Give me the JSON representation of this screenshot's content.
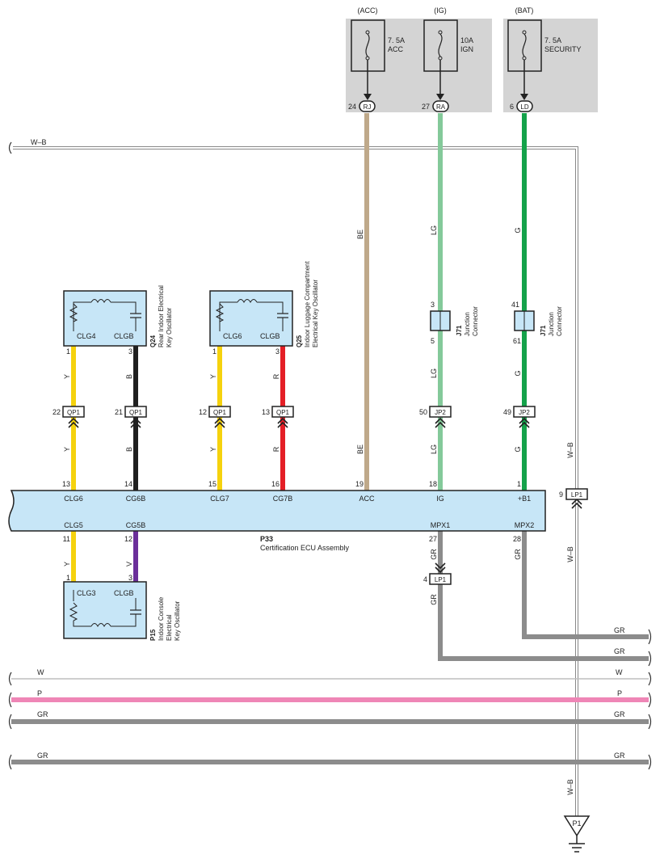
{
  "colors": {
    "fuse_box_bg": "#d4d4d4",
    "component_bg": "#c7e6f7",
    "wire_BE": "#bfa98a",
    "wire_LG": "#84c99a",
    "wire_G": "#14a24a",
    "wire_Y": "#f5d20e",
    "wire_B": "#1f1f1f",
    "wire_R": "#e41f26",
    "wire_V": "#6b2f9a",
    "wire_GR": "#8c8c8c",
    "wire_P": "#ef86b6",
    "wire_W": "#bdbdbd"
  },
  "fuses": [
    {
      "source": "(ACC)",
      "rating": "7. 5A",
      "name": "ACC",
      "pin": "24",
      "connector": "RJ"
    },
    {
      "source": "(IG)",
      "rating": "10A",
      "name": "IGN",
      "pin": "27",
      "connector": "RA"
    },
    {
      "source": "(BAT)",
      "rating": "7. 5A",
      "name": "SECURITY",
      "pin": "6",
      "connector": "LD"
    }
  ],
  "oscillators": {
    "q24": {
      "id": "Q24",
      "line1": "Rear Indoor Electrical",
      "line2": "Key Oscillator",
      "terminal_a": "CLG4",
      "terminal_b": "CLGB",
      "pin_a": "1",
      "pin_b": "3"
    },
    "q25": {
      "id": "Q25",
      "line1": "Indoor Luggage Compartment",
      "line2": "Electrical Key Oscillator",
      "terminal_a": "CLG6",
      "terminal_b": "CLGB",
      "pin_a": "1",
      "pin_b": "3"
    },
    "p15": {
      "id": "P15",
      "line1": "Indoor Console",
      "line2": "Electrical",
      "line3": "Key Oscillator",
      "terminal_a": "CLG3",
      "terminal_b": "CLGB",
      "pin_a": "1",
      "pin_b": "3"
    }
  },
  "junctions": {
    "left": {
      "id": "J71",
      "line1": "Junction",
      "line2": "Connector",
      "pin_top": "3",
      "pin_bottom": "5"
    },
    "right": {
      "id": "J71",
      "line1": "Junction",
      "line2": "Connector",
      "pin_top": "41",
      "pin_bottom": "61"
    }
  },
  "connectors": [
    {
      "pin": "22",
      "name": "QP1"
    },
    {
      "pin": "21",
      "name": "QP1"
    },
    {
      "pin": "12",
      "name": "QP1"
    },
    {
      "pin": "13",
      "name": "QP1"
    },
    {
      "pin": "50",
      "name": "JP2"
    },
    {
      "pin": "49",
      "name": "JP2"
    },
    {
      "pin": "9",
      "name": "LP1"
    },
    {
      "pin": "4",
      "name": "LP1"
    }
  ],
  "ecu": {
    "id": "P33",
    "name": "Certification ECU Assembly",
    "top_terminals": [
      {
        "pin": "13",
        "name": "CLG6"
      },
      {
        "pin": "14",
        "name": "CG6B"
      },
      {
        "pin": "15",
        "name": "CLG7"
      },
      {
        "pin": "16",
        "name": "CG7B"
      },
      {
        "pin": "19",
        "name": "ACC"
      },
      {
        "pin": "18",
        "name": "IG"
      },
      {
        "pin": "1",
        "name": "+B1"
      }
    ],
    "bottom_terminals": [
      {
        "pin": "11",
        "name": "CLG5"
      },
      {
        "pin": "12",
        "name": "CG5B"
      },
      {
        "pin": "27",
        "name": "MPX1"
      },
      {
        "pin": "28",
        "name": "MPX2"
      }
    ]
  },
  "wire_labels": {
    "wb": "W–B",
    "be": "BE",
    "lg": "LG",
    "g": "G",
    "y": "Y",
    "b": "B",
    "r": "R",
    "v": "V",
    "gr": "GR",
    "w": "W",
    "p": "P"
  },
  "ground": {
    "name": "P1"
  }
}
